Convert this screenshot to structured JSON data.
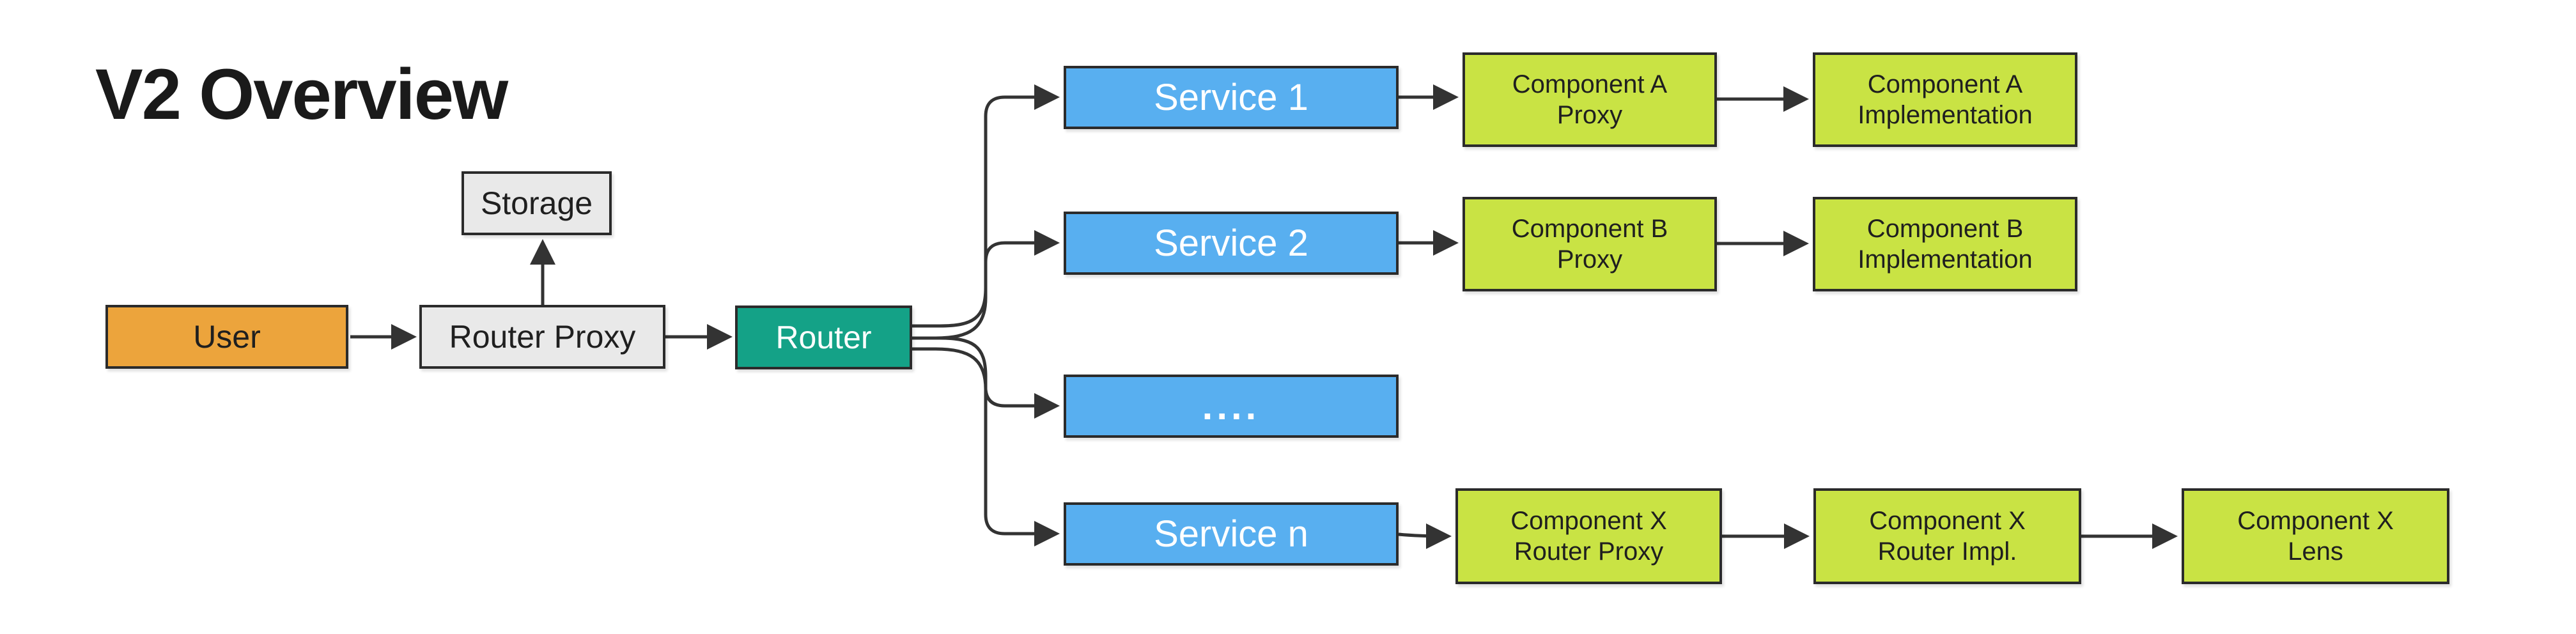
{
  "title": "V2 Overview",
  "colors": {
    "background": "#FFFFFF",
    "node_border": "#2B2B2B",
    "edge": "#333333",
    "user_fill": "#ECA43C",
    "gray_fill": "#E9E9E9",
    "router_fill": "#14A287",
    "service_fill": "#58AFF0",
    "component_fill": "#C9E344",
    "dark_text": "#1F1F1F",
    "light_text": "#FFFFFF"
  },
  "nodes": {
    "user": {
      "label": "User"
    },
    "router_proxy": {
      "label": "Router Proxy"
    },
    "storage": {
      "label": "Storage"
    },
    "router": {
      "label": "Router"
    },
    "service_1": {
      "label": "Service 1"
    },
    "service_2": {
      "label": "Service 2"
    },
    "service_dots": {
      "label": "...."
    },
    "service_n": {
      "label": "Service n"
    },
    "comp_a_proxy": {
      "line1": "Component A",
      "line2": "Proxy"
    },
    "comp_a_impl": {
      "line1": "Component A",
      "line2": "Implementation"
    },
    "comp_b_proxy": {
      "line1": "Component B",
      "line2": "Proxy"
    },
    "comp_b_impl": {
      "line1": "Component B",
      "line2": "Implementation"
    },
    "comp_x_proxy": {
      "line1": "Component X",
      "line2": "Router Proxy"
    },
    "comp_x_impl": {
      "line1": "Component X",
      "line2": "Router Impl."
    },
    "comp_x_lens": {
      "line1": "Component X",
      "line2": "Lens"
    }
  },
  "edges": [
    {
      "from": "User",
      "to": "Router Proxy"
    },
    {
      "from": "Router Proxy",
      "to": "Storage"
    },
    {
      "from": "Router Proxy",
      "to": "Router"
    },
    {
      "from": "Router",
      "to": "Service 1"
    },
    {
      "from": "Router",
      "to": "Service 2"
    },
    {
      "from": "Router",
      "to": "...."
    },
    {
      "from": "Router",
      "to": "Service n"
    },
    {
      "from": "Service 1",
      "to": "Component A Proxy"
    },
    {
      "from": "Component A Proxy",
      "to": "Component A Implementation"
    },
    {
      "from": "Service 2",
      "to": "Component B Proxy"
    },
    {
      "from": "Component B Proxy",
      "to": "Component B Implementation"
    },
    {
      "from": "Service n",
      "to": "Component X Router Proxy"
    },
    {
      "from": "Component X Router Proxy",
      "to": "Component X Router Impl."
    },
    {
      "from": "Component X Router Impl.",
      "to": "Component X Lens"
    }
  ]
}
